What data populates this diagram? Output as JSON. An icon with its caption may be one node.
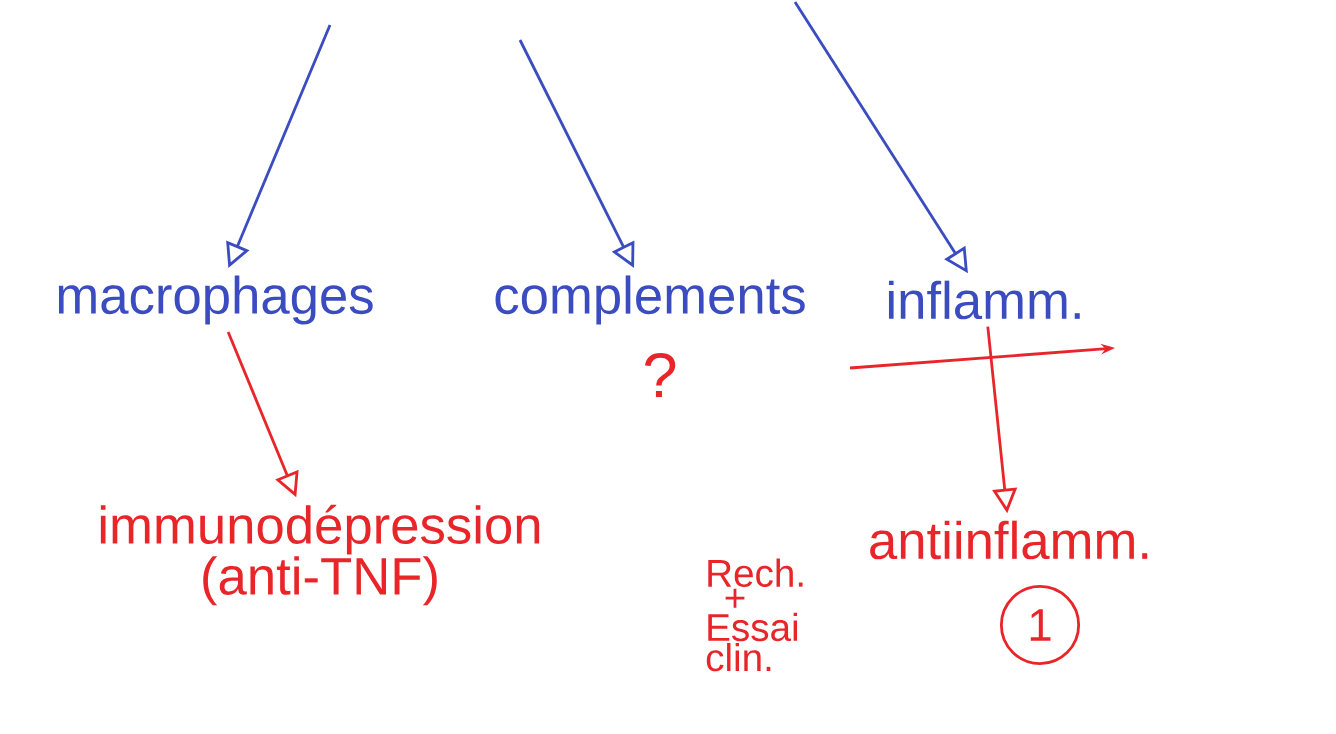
{
  "diagram": {
    "nodes": [
      {
        "text": [
          "macrophages"
        ]
      },
      {
        "text": [
          "complements"
        ]
      },
      {
        "text": [
          "inflamm."
        ]
      },
      {
        "text": [
          "immunodépression (anti-TNF)"
        ]
      },
      {
        "text": [
          "Rech. + Essai clin."
        ]
      },
      {
        "text": [
          "antiinflamm."
        ]
      },
      {
        "text": [
          "1"
        ]
      }
    ],
    "edges": [
      {
        "from": null,
        "to": 0,
        "arrow": "to"
      },
      {
        "from": null,
        "to": 1,
        "arrow": "to"
      },
      {
        "from": null,
        "to": 2,
        "arrow": "to"
      },
      {
        "from": 0,
        "to": 3,
        "arrow": "to",
        "color": "#e8262a"
      },
      {
        "from": 2,
        "to": 5,
        "arrow": "to",
        "color": "#e8262a"
      }
    ],
    "labels": [
      "?"
    ]
  }
}
